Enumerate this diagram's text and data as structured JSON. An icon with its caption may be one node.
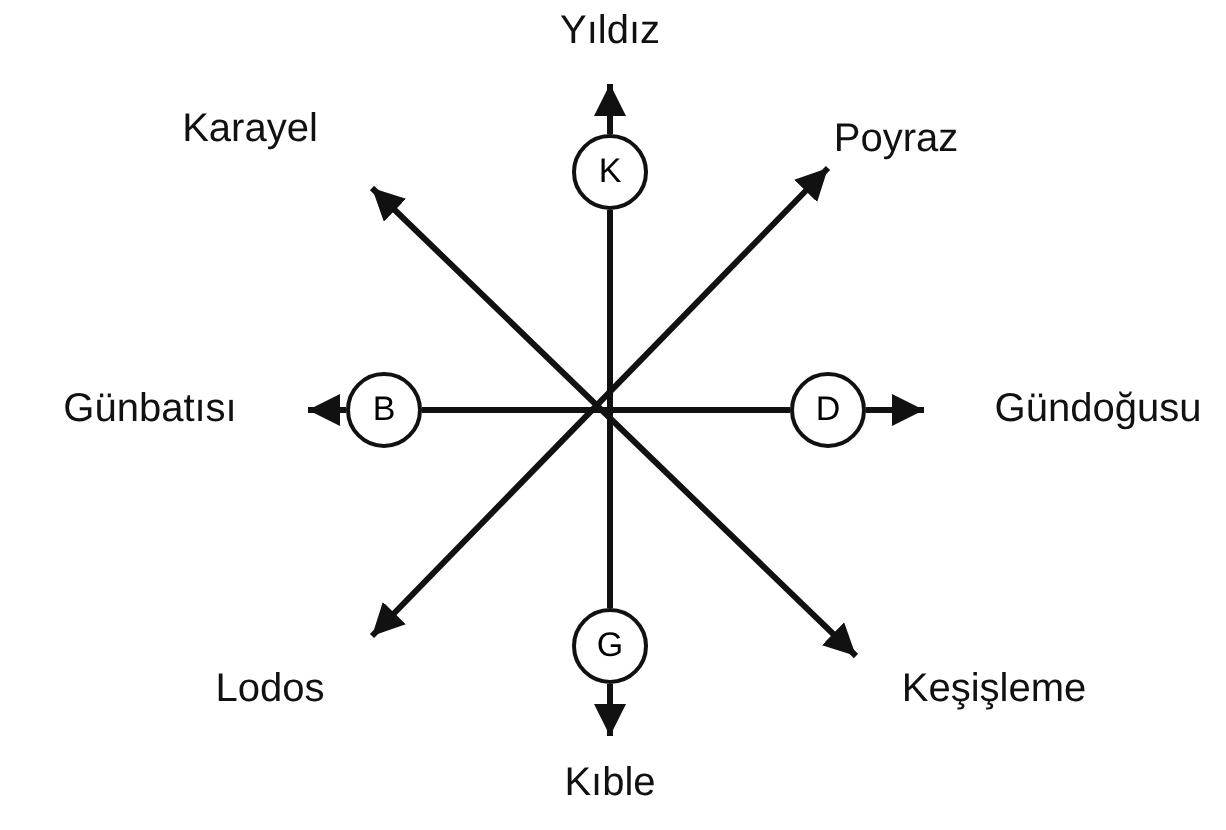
{
  "diagram": {
    "nodes": [
      {
        "text": [
          "Yıldız"
        ]
      },
      {
        "text": [
          "Karayel"
        ]
      },
      {
        "text": [
          "K"
        ]
      },
      {
        "text": [
          "Poyraz"
        ]
      },
      {
        "text": [
          "Günbatısı"
        ]
      },
      {
        "text": [
          "B"
        ]
      },
      {
        "text": [
          "D"
        ]
      },
      {
        "text": [
          "Gündoğusu"
        ]
      },
      {
        "text": [
          "G"
        ]
      },
      {
        "text": [
          "Lodos"
        ]
      },
      {
        "text": [
          "Keşişleme"
        ]
      },
      {
        "text": [
          "Kıble"
        ]
      }
    ],
    "edges": [
      {
        "from": 1,
        "to": 10,
        "arrow": "both"
      },
      {
        "from": 3,
        "to": 9,
        "arrow": "both"
      },
      {
        "from": 2,
        "to": 8,
        "arrow": "none"
      },
      {
        "from": 5,
        "to": 6,
        "arrow": "none"
      },
      {
        "from": 2,
        "to": 0,
        "arrow": "to"
      },
      {
        "from": 5,
        "to": 4,
        "arrow": "to"
      },
      {
        "from": 6,
        "to": 7,
        "arrow": "to"
      },
      {
        "from": 8,
        "to": 11,
        "arrow": "to"
      }
    ]
  }
}
